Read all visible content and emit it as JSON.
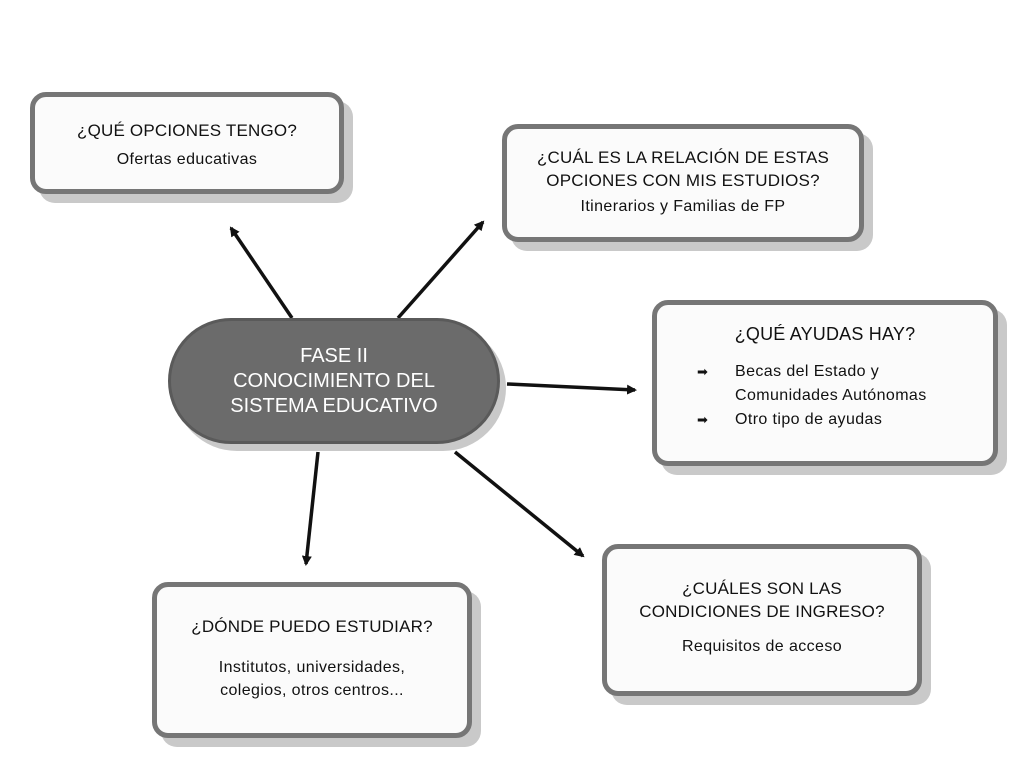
{
  "center": {
    "line1": "FASE II",
    "line2": "CONOCIMIENTO DEL",
    "line3": "SISTEMA EDUCATIVO"
  },
  "nodes": {
    "opciones": {
      "title": "¿QUÉ OPCIONES TENGO?",
      "subtitle": "Ofertas educativas"
    },
    "relacion": {
      "title_line1": "¿CUÁL ES LA RELACIÓN DE ESTAS",
      "title_line2": "OPCIONES CON MIS ESTUDIOS?",
      "subtitle": "Itinerarios y Familias de FP"
    },
    "ayudas": {
      "title": "¿QUÉ AYUDAS HAY?",
      "items": [
        "Becas del Estado y",
        "Comunidades Autónomas",
        "Otro tipo de ayudas"
      ]
    },
    "condiciones": {
      "title_line1": "¿CUÁLES SON LAS",
      "title_line2": "CONDICIONES DE INGRESO?",
      "subtitle": "Requisitos de acceso"
    },
    "estudiar": {
      "title": "¿DÓNDE PUEDO ESTUDIAR?",
      "sub_line1": "Institutos, universidades,",
      "sub_line2": "colegios, otros centros..."
    }
  },
  "colors": {
    "center_fill": "#6b6b6b",
    "box_border": "#767676",
    "shadow": "#c9c9c9",
    "arrow": "#111111"
  }
}
